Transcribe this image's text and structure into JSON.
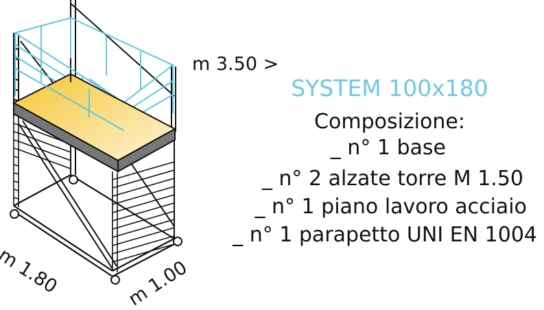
{
  "colors": {
    "guardrail": "#5bc8e3",
    "title": "#6ec9e4",
    "deck_top": "#f5c733",
    "deck_edge": "#777777",
    "frame": "#111111"
  },
  "height_label": "m 3.50 >",
  "title": "SYSTEM 100x180",
  "composition": {
    "heading": "Composizione:",
    "items": [
      "_ n° 1 base",
      "_ n° 2 alzate torre M 1.50",
      "_ n° 1 piano lavoro acciaio",
      "_ n° 1 parapetto UNI EN 1004"
    ]
  },
  "dimensions": {
    "length": "m 1.80",
    "width": "m 1.00"
  }
}
